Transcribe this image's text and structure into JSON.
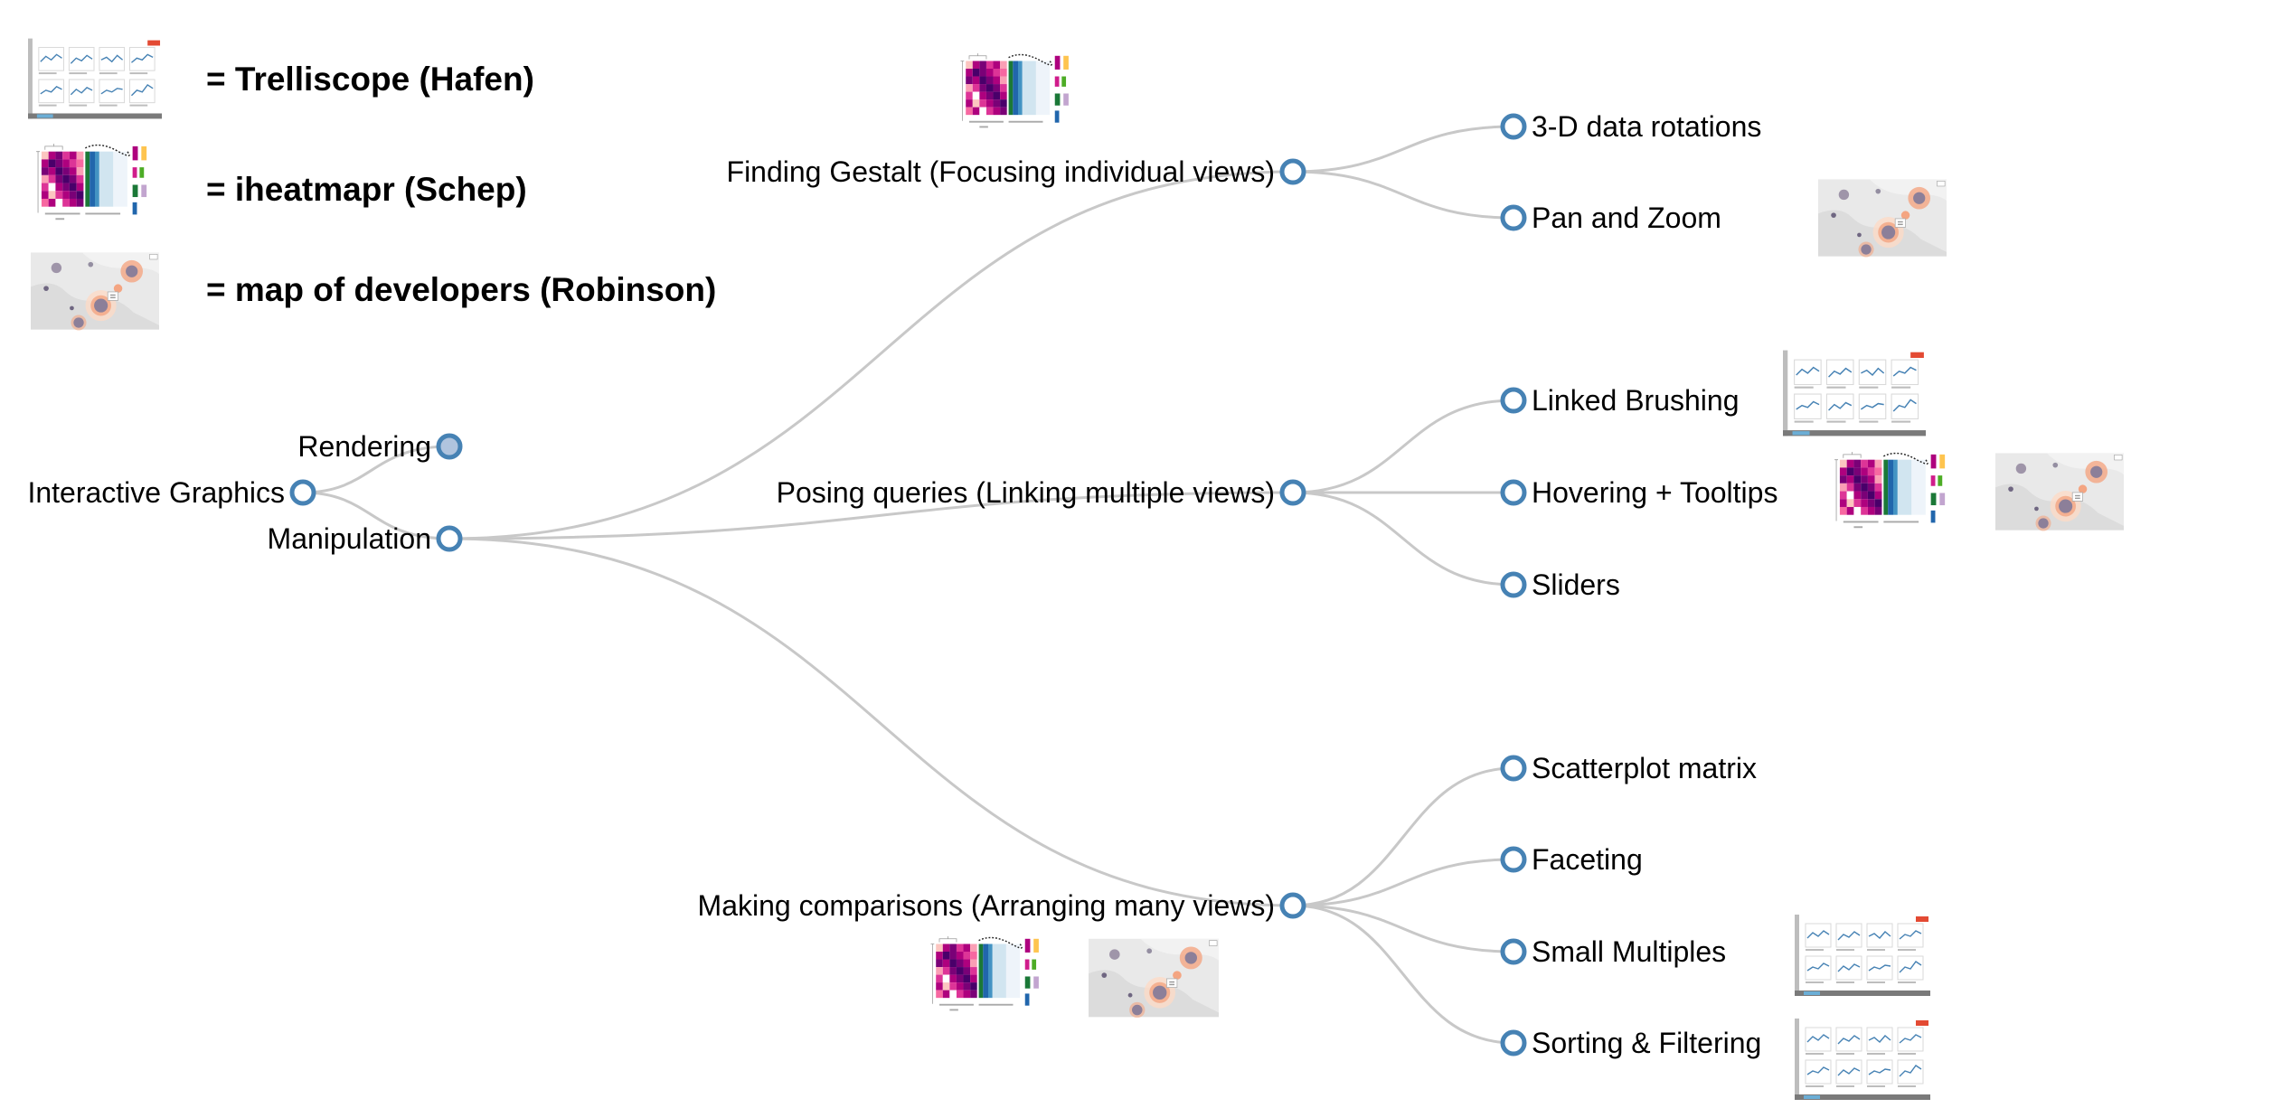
{
  "colors": {
    "link": "#c8c8c8",
    "node_stroke": "#4682b4",
    "node_fill_collapsed": "#b0c4de",
    "node_fill_open": "#ffffff",
    "heatmap_dark": "#3f007d",
    "heatmap_mid": "#ae017e",
    "map_accent": "#f4a582"
  },
  "legend": [
    {
      "key": "trelliscope",
      "label": "= Trelliscope (Hafen)",
      "icon": "trelliscope-thumbnail"
    },
    {
      "key": "iheatmapr",
      "label": "= iheatmapr (Schep)",
      "icon": "heatmap-thumbnail"
    },
    {
      "key": "map",
      "label": "= map of developers (Robinson)",
      "icon": "map-thumbnail"
    }
  ],
  "tree": {
    "root": {
      "id": "interactive-graphics",
      "label": "Interactive Graphics",
      "state": "open"
    },
    "children": [
      {
        "id": "rendering",
        "label": "Rendering",
        "state": "collapsed",
        "parent": "interactive-graphics"
      },
      {
        "id": "manipulation",
        "label": "Manipulation",
        "state": "open",
        "parent": "interactive-graphics"
      },
      {
        "id": "finding-gestalt",
        "label": "Finding Gestalt (Focusing individual views)",
        "state": "open",
        "parent": "manipulation",
        "thumbs": [
          "heatmap"
        ]
      },
      {
        "id": "posing-queries",
        "label": "Posing queries (Linking multiple views)",
        "state": "open",
        "parent": "manipulation",
        "thumbs": []
      },
      {
        "id": "making-comparisons",
        "label": "Making comparisons (Arranging many views)",
        "state": "open",
        "parent": "manipulation",
        "thumbs": [
          "heatmap",
          "map"
        ]
      },
      {
        "id": "rotations",
        "label": "3-D data rotations",
        "state": "open",
        "parent": "finding-gestalt",
        "thumbs": []
      },
      {
        "id": "pan-zoom",
        "label": "Pan and Zoom",
        "state": "open",
        "parent": "finding-gestalt",
        "thumbs": [
          "map"
        ]
      },
      {
        "id": "linked-brushing",
        "label": "Linked Brushing",
        "state": "open",
        "parent": "posing-queries",
        "thumbs": [
          "trelliscope"
        ]
      },
      {
        "id": "hovering-tooltips",
        "label": "Hovering + Tooltips",
        "state": "open",
        "parent": "posing-queries",
        "thumbs": [
          "heatmap",
          "map"
        ]
      },
      {
        "id": "sliders",
        "label": "Sliders",
        "state": "open",
        "parent": "posing-queries",
        "thumbs": []
      },
      {
        "id": "scatterplot-matrix",
        "label": "Scatterplot matrix",
        "state": "open",
        "parent": "making-comparisons",
        "thumbs": []
      },
      {
        "id": "faceting",
        "label": "Faceting",
        "state": "open",
        "parent": "making-comparisons",
        "thumbs": []
      },
      {
        "id": "small-multiples",
        "label": "Small Multiples",
        "state": "open",
        "parent": "making-comparisons",
        "thumbs": [
          "trelliscope"
        ]
      },
      {
        "id": "sorting-filtering",
        "label": "Sorting & Filtering",
        "state": "open",
        "parent": "making-comparisons",
        "thumbs": [
          "trelliscope"
        ]
      }
    ]
  }
}
